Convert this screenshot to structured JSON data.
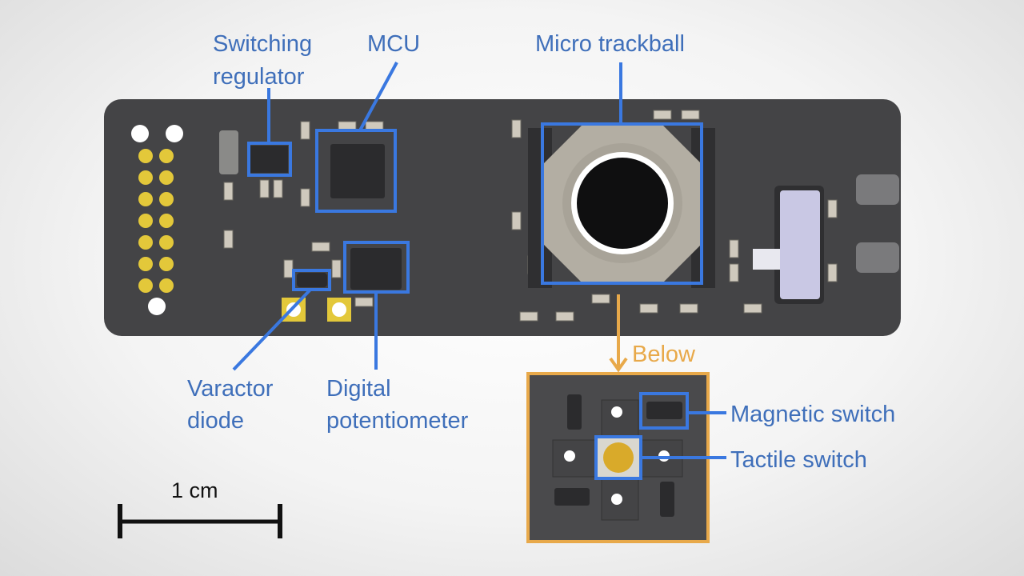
{
  "labels": {
    "switching_regulator": [
      "Switching",
      "regulator"
    ],
    "mcu": "MCU",
    "micro_trackball": "Micro trackball",
    "varactor_diode": [
      "Varactor",
      "diode"
    ],
    "digital_potentiometer": [
      "Digital",
      "potentiometer"
    ],
    "below": "Below",
    "magnetic_switch": "Magnetic switch",
    "tactile_switch": "Tactile switch"
  },
  "scale_bar": {
    "label": "1 cm"
  },
  "colors": {
    "label_blue": "#3f6fba",
    "box_blue": "#3a78e0",
    "below_orange": "#e8a94a",
    "board": "#434345"
  }
}
